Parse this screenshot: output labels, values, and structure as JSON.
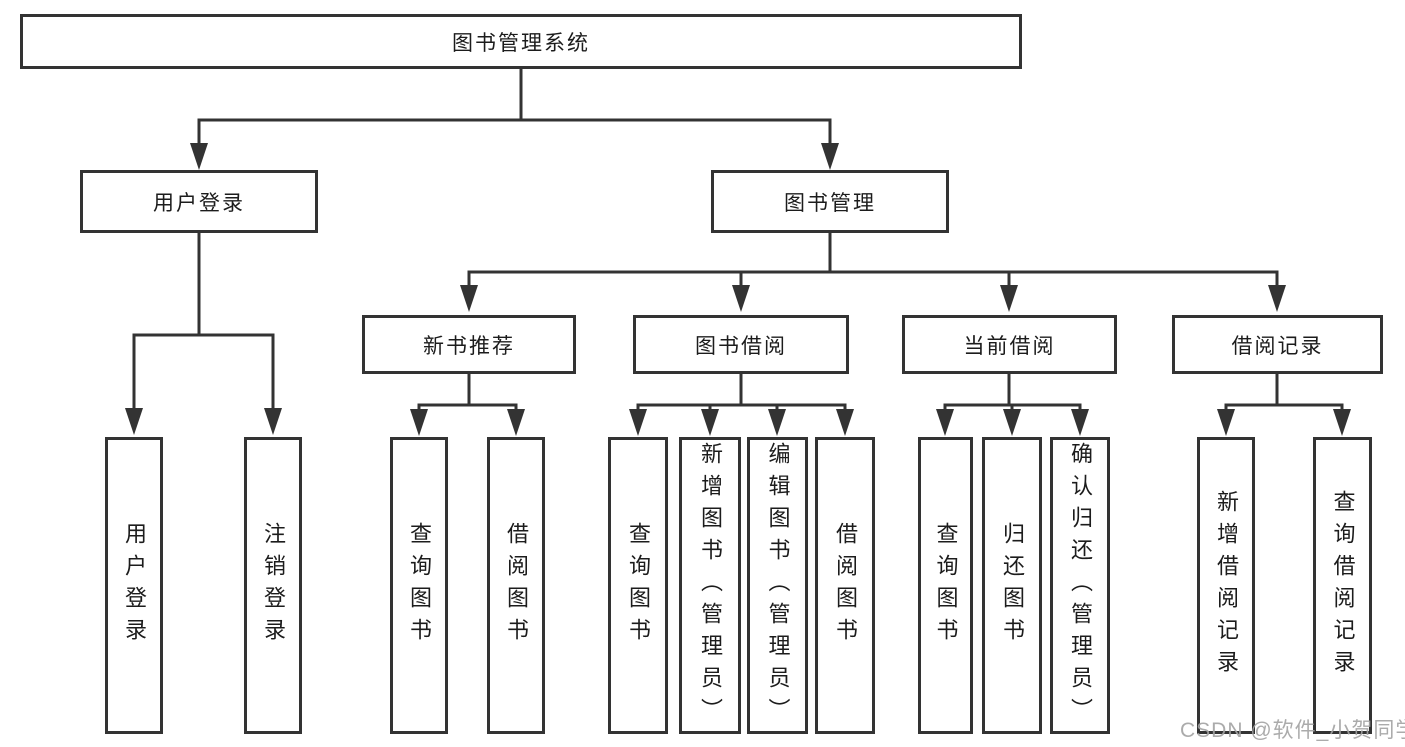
{
  "diagram": {
    "type": "hierarchy-tree",
    "tree": {
      "label": "图书管理系统",
      "children": [
        {
          "label": "用户登录",
          "children": [
            {
              "label": "用户登录"
            },
            {
              "label": "注销登录"
            }
          ]
        },
        {
          "label": "图书管理",
          "children": [
            {
              "label": "新书推荐",
              "children": [
                {
                  "label": "查询图书"
                },
                {
                  "label": "借阅图书"
                }
              ]
            },
            {
              "label": "图书借阅",
              "children": [
                {
                  "label": "查询图书"
                },
                {
                  "label": "新增图书（管理员）"
                },
                {
                  "label": "编辑图书（管理员）"
                },
                {
                  "label": "借阅图书"
                }
              ]
            },
            {
              "label": "当前借阅",
              "children": [
                {
                  "label": "查询图书"
                },
                {
                  "label": "归还图书"
                },
                {
                  "label": "确认归还（管理员）"
                }
              ]
            },
            {
              "label": "借阅记录",
              "children": [
                {
                  "label": "新增借阅记录"
                },
                {
                  "label": "查询借阅记录"
                }
              ]
            }
          ]
        }
      ]
    }
  },
  "watermark": {
    "text": "CSDN @软件_小贺同学"
  },
  "colors": {
    "line": "#333333",
    "box_border": "#333333",
    "text": "#1c1c1c",
    "background": "#ffffff",
    "watermark": "#a3a3a3"
  }
}
